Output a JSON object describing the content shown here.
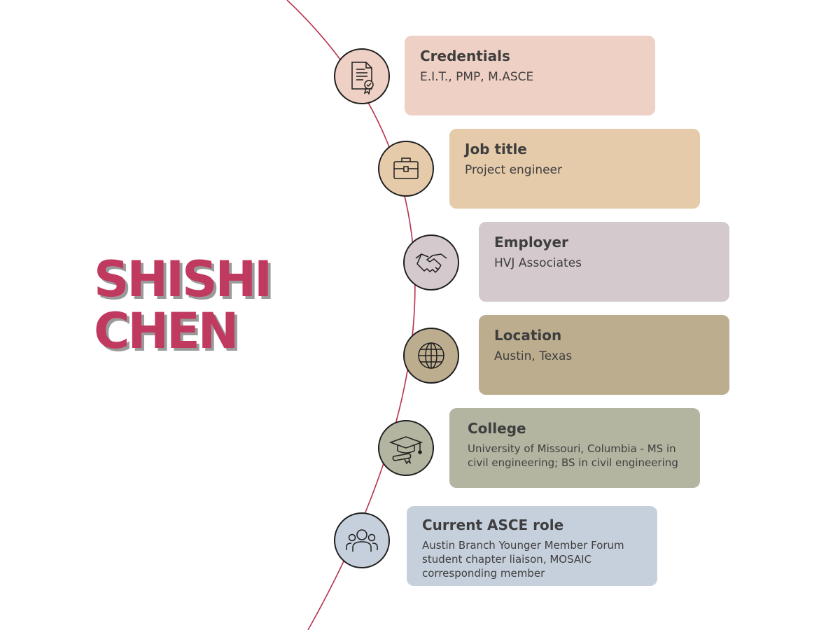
{
  "person": {
    "first_name": "SHISHI",
    "last_name": "CHEN"
  },
  "colors": {
    "accent": "#c0395e",
    "arc": "#b8324f",
    "credentials": "#efd0c4",
    "job": "#e6cbab",
    "employer": "#d4c9cc",
    "location": "#bcad8f",
    "college": "#b3b5a1",
    "asce": "#c6d0dc"
  },
  "items": [
    {
      "label": "Credentials",
      "value": "E.I.T., PMP, M.ASCE",
      "icon": "certificate-icon"
    },
    {
      "label": "Job title",
      "value": "Project engineer",
      "icon": "briefcase-icon"
    },
    {
      "label": "Employer",
      "value": "HVJ Associates",
      "icon": "handshake-icon"
    },
    {
      "label": "Location",
      "value": "Austin, Texas",
      "icon": "globe-icon"
    },
    {
      "label": "College",
      "value": "University of Missouri, Columbia - MS in civil engineering; BS in civil engineering",
      "icon": "graduation-cap-icon"
    },
    {
      "label": "Current ASCE role",
      "value": "Austin Branch Younger Member Forum student chapter liaison, MOSAIC corresponding member",
      "icon": "people-group-icon"
    }
  ]
}
